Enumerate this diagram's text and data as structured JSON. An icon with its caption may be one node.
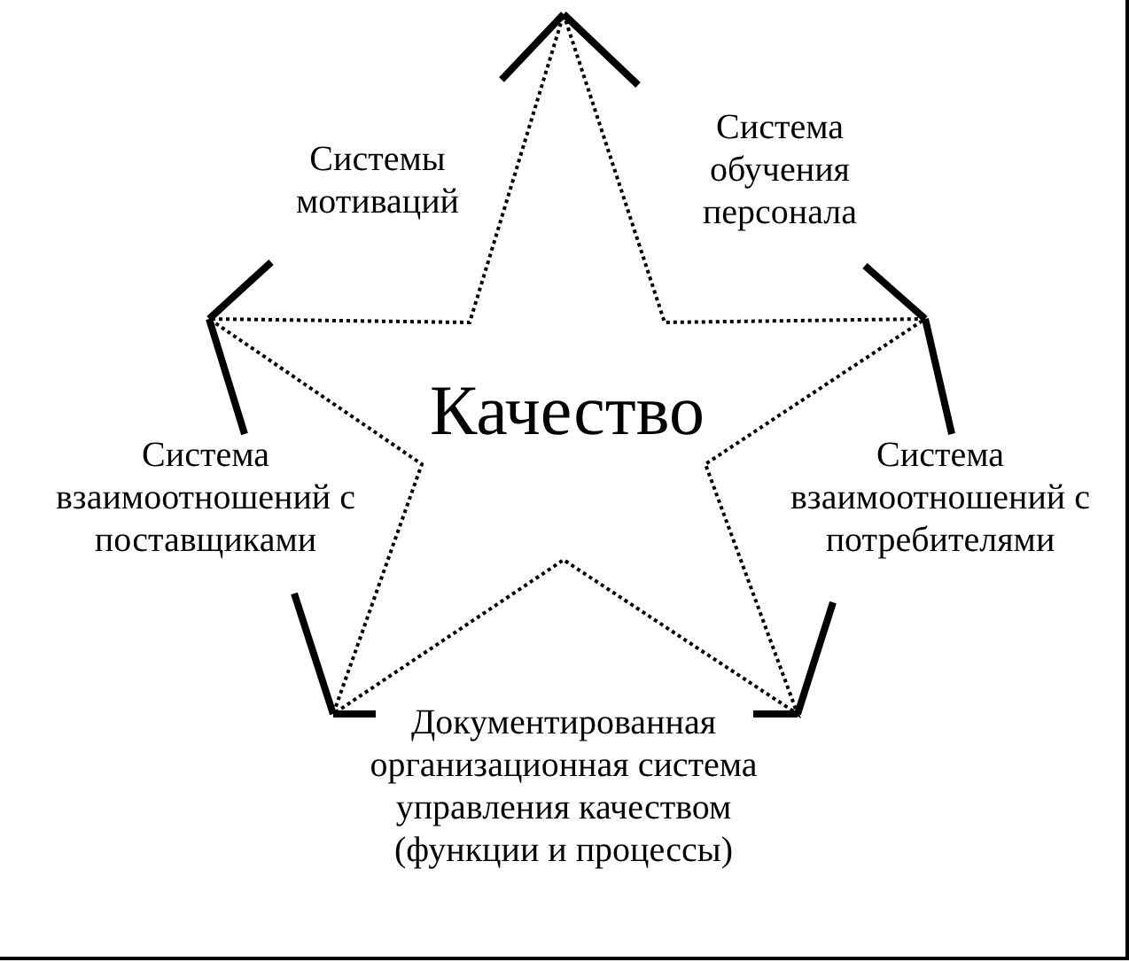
{
  "diagram": {
    "nodes": [
      {
        "text": [
          "Качество"
        ]
      }
    ],
    "labels": [
      "Системы мотиваций",
      "Система обучения персонала",
      "Система взаимоотношений с поставщиками",
      "Система взаимоотношений с потребителями",
      "Документированная организационная система управления качеством (функции и процессы)"
    ]
  }
}
